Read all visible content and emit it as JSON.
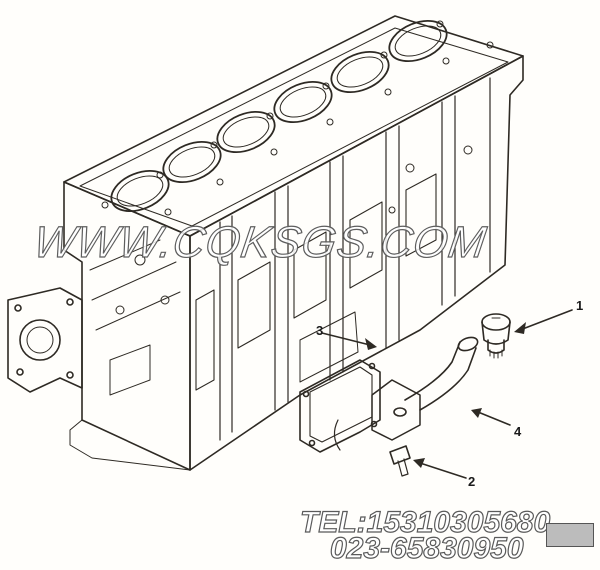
{
  "watermark": {
    "url": "WWW.CQKSGS.COM",
    "tel": "TEL:15310305680",
    "phone": "023-65830950"
  },
  "callouts": [
    {
      "id": "1",
      "label": "1"
    },
    {
      "id": "2",
      "label": "2"
    },
    {
      "id": "3",
      "label": "3"
    },
    {
      "id": "4",
      "label": "4"
    }
  ],
  "colors": {
    "line": "#2e2a24",
    "paper": "#fffefb",
    "watermark_stroke": "#5e5e5e"
  }
}
